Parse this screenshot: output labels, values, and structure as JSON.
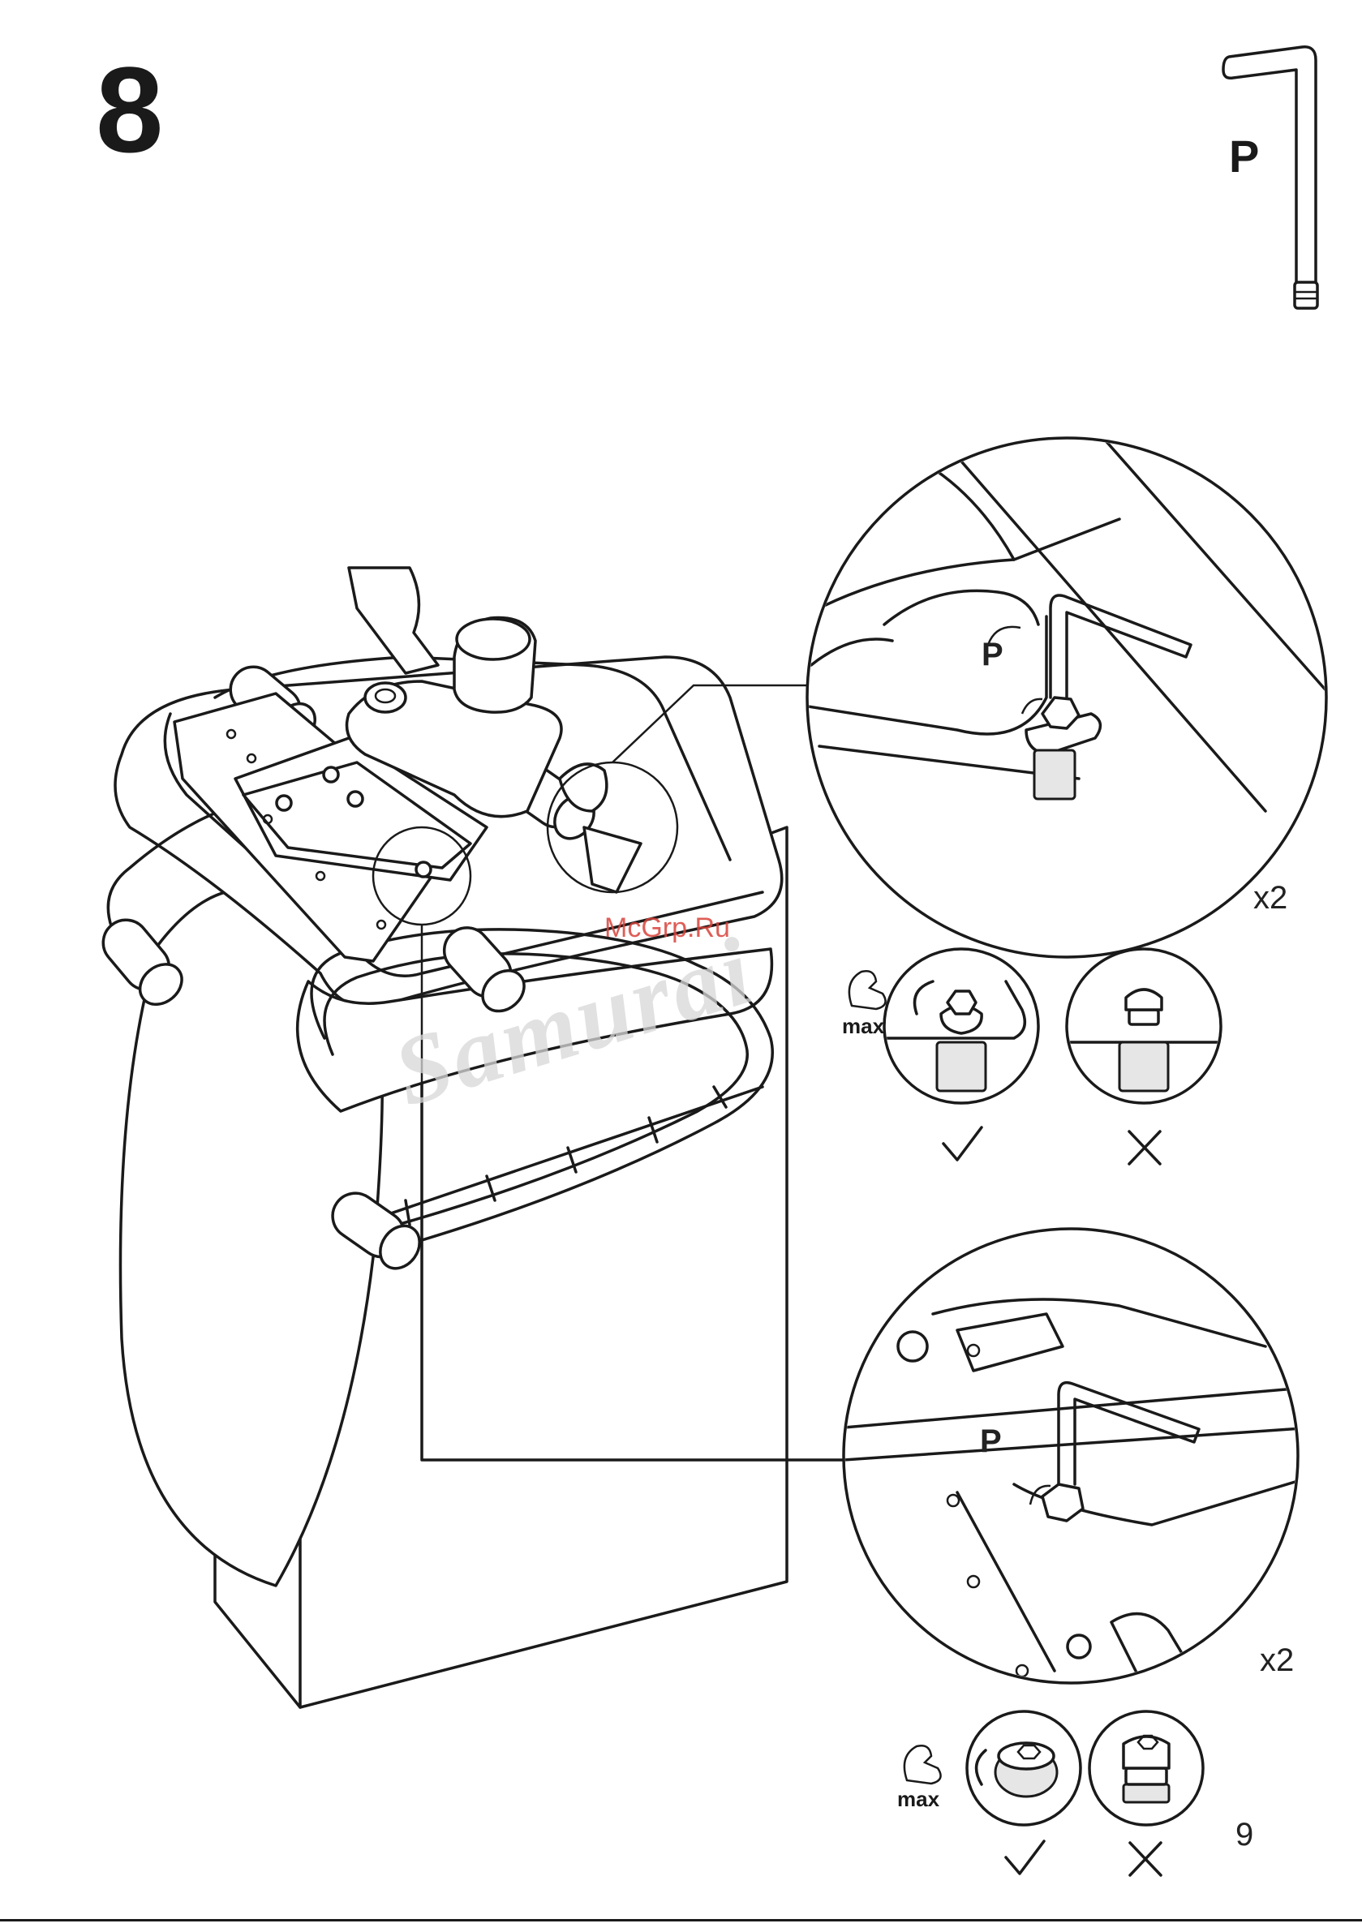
{
  "step": {
    "number": "8"
  },
  "tool": {
    "letter": "P",
    "icon": "allen-key-icon"
  },
  "detail_top": {
    "label": "P",
    "quantity": "x2"
  },
  "detail_bottom": {
    "label": "P",
    "quantity": "x2"
  },
  "torque": {
    "max_label": "max"
  },
  "correct_icon": "checkmark-icon",
  "wrong_icon": "cross-icon",
  "page": {
    "number": "9"
  },
  "watermark": {
    "url": "McGrp.Ru",
    "brand": "Samurai"
  },
  "colors": {
    "ink": "#1a1a1a",
    "watermark_url": "#d9433a",
    "watermark_brand": "#d8d8d8"
  }
}
